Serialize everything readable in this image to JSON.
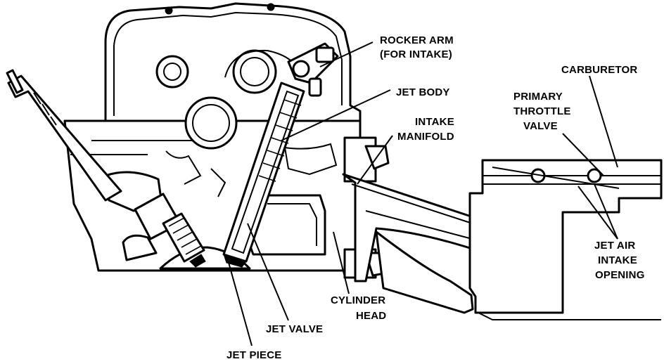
{
  "labels": {
    "rocker_arm_1": "ROCKER ARM",
    "rocker_arm_2": "(FOR INTAKE)",
    "jet_body": "JET BODY",
    "carburetor": "CARBURETOR",
    "primary_throttle_1": "PRIMARY",
    "primary_throttle_2": "THROTTLE",
    "primary_throttle_3": "VALVE",
    "intake_manifold_1": "INTAKE",
    "intake_manifold_2": "MANIFOLD",
    "jet_air_1": "JET AIR",
    "jet_air_2": "INTAKE",
    "jet_air_3": "OPENING",
    "cylinder_head_1": "CYLINDER",
    "cylinder_head_2": "HEAD",
    "jet_valve": "JET VALVE",
    "jet_piece": "JET PIECE"
  }
}
